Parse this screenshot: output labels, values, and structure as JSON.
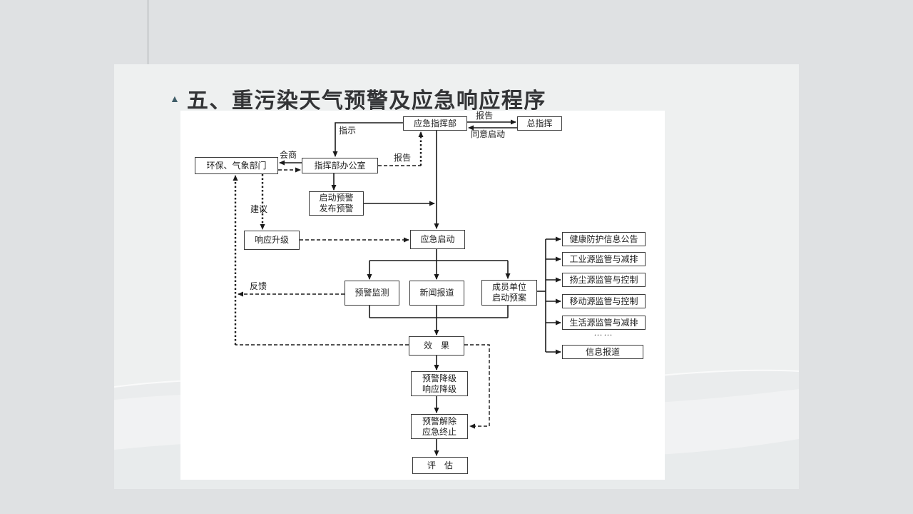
{
  "slide": {
    "title": "五、重污染天气预警及应急响应程序",
    "bullet_glyph": "▲"
  },
  "flowchart": {
    "boxes": {
      "emergency_hq": "应急指挥部",
      "chief_commander": "总指挥",
      "env_weather_dept": "环保、气象部门",
      "hq_office": "指挥部办公室",
      "start_warning_l1": "启动预警",
      "start_warning_l2": "发布预警",
      "response_upgrade": "响应升级",
      "emergency_start": "应急启动",
      "warning_monitor": "预警监测",
      "news_report": "新闻报道",
      "member_units_l1": "成员单位",
      "member_units_l2": "启动预案",
      "health_notice": "健康防护信息公告",
      "industrial_source": "工业源监管与减排",
      "dust_source": "扬尘源监管与控制",
      "mobile_source": "移动源监管与控制",
      "living_source": "生活源监管与减排",
      "ellipsis": "……",
      "info_report": "信息报道",
      "effect": "效　果",
      "downgrade_l1": "预警降级",
      "downgrade_l2": "响应降级",
      "lift_l1": "预警解除",
      "lift_l2": "应急终止",
      "evaluation": "评　估"
    },
    "edge_labels": {
      "report_top": "报告",
      "agree_start": "同意启动",
      "instruct": "指示",
      "consult": "会商",
      "report_dashed": "报告",
      "suggest": "建议",
      "feedback": "反馈"
    }
  }
}
